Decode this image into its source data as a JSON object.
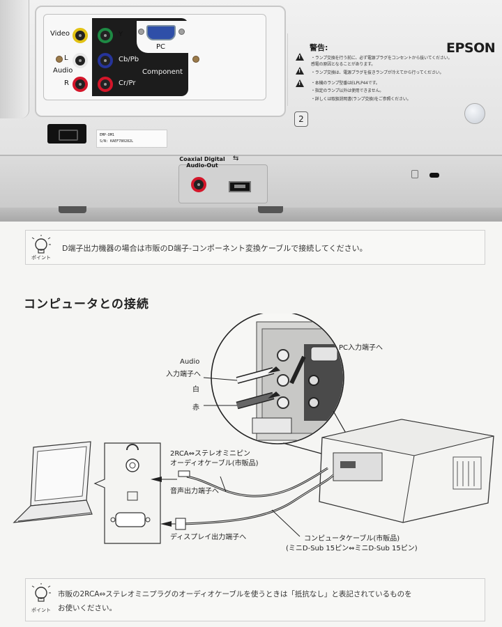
{
  "photo": {
    "labels": {
      "video": "Video",
      "l": "L",
      "audio": "Audio",
      "r": "R",
      "y": "Y",
      "cb_pb": "Cb/Pb",
      "cr_pr": "Cr/Pr",
      "component": "Component",
      "pc": "PC",
      "coax": "Coaxial Digital Audio-Out",
      "usb_symbol": "⇆",
      "badge": "2"
    },
    "brand": "EPSON",
    "warning": {
      "title": "警告:",
      "lines": [
        "・ランプ交換を行う前に、必ず電源プラグをコンセントから抜いてください。",
        "感電の原因となることがあります。",
        "・ランプ交換は、電源プラグを抜きランプが冷えてから行ってください。",
        "・本機のランプ型番はELPLP44です。",
        "・指定のランプ以外は使用できません。",
        "・詳しくは取扱説明書(ランプ交換)をご参照ください。"
      ]
    },
    "sticker": {
      "model": "EMP-DM1",
      "serial": "S/N:  KAEF780282L"
    },
    "colors": {
      "video_jack": "#e2c214",
      "white_jack": "#e8e8e8",
      "red_jack": "#d4162a",
      "green_jack": "#1e8a44",
      "blue_jack": "#26349a"
    }
  },
  "manual": {
    "point_label": "ポイント",
    "point1": "D端子出力機器の場合は市販のD端子-コンポーネント変換ケーブルで接続してください。",
    "section_title": "コンピュータとの接続",
    "diagram": {
      "pc_input": "PC入力端子へ",
      "audio_in_1": "Audio",
      "audio_in_2": "入力端子へ",
      "white": "白",
      "red": "赤",
      "cable_audio_1": "2RCA⇔ステレオミニピン",
      "cable_audio_2": "オーディオケーブル(市販品)",
      "audio_out": "音声出力端子へ",
      "display_out": "ディスプレイ出力端子へ",
      "cable_pc_1": "コンピュータケーブル(市販品)",
      "cable_pc_2": "(ミニD-Sub 15ピン⇔ミニD-Sub 15ピン)"
    },
    "point2_line1": "市販の2RCA⇔ステレオミニプラグのオーディオケーブルを使うときは「抵抗なし」と表記されているものを",
    "point2_line2": "お使いください。"
  }
}
